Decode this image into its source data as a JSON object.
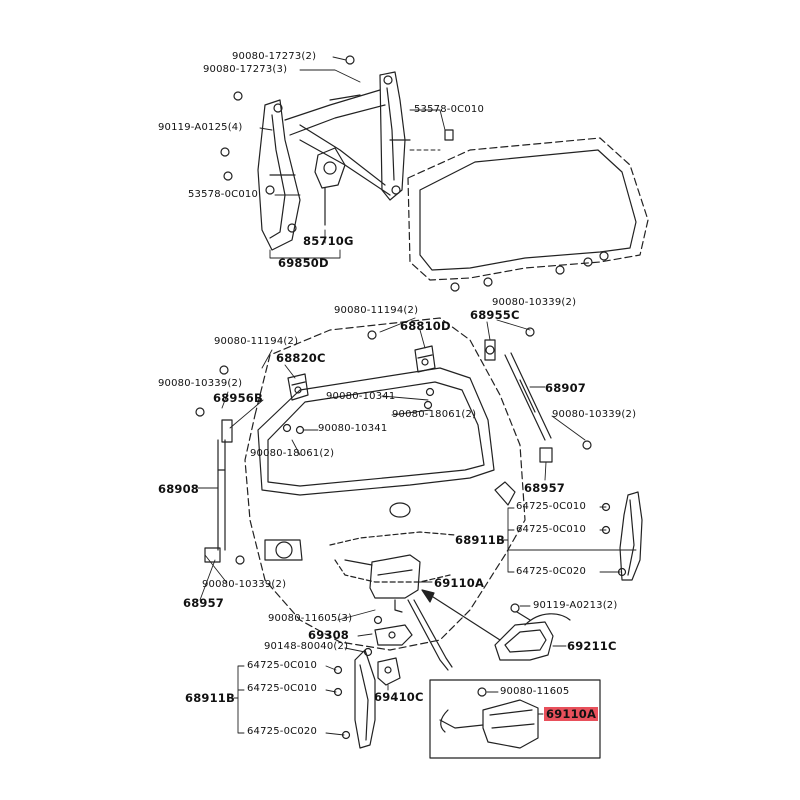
{
  "labels": {
    "p9008017273a": "90080-17273(2)",
    "p9008017273b": "90080-17273(3)",
    "p901190125": "90119-A0125(4)",
    "p535780c010a": "53578-0C010",
    "p535780c010b": "53578-0C010",
    "p85710g": "85710G",
    "p69850d": "69850D",
    "p9008011194a": "90080-11194(2)",
    "p68810d": "68810D",
    "p9008011194b": "90080-11194(2)",
    "p68820c": "68820C",
    "p9008010339a": "90080-10339(2)",
    "p68956b": "68956B",
    "p9008010341a": "90080-10341",
    "p9008010341b": "90080-10341",
    "p9008018061a": "90080-18061(2)",
    "p9008018061b": "90080-18061(2)",
    "p9008010339b": "90080-10339(2)",
    "p68955c": "68955C",
    "p68907": "68907",
    "p9008010339c": "90080-10339(2)",
    "p68957a": "68957",
    "p68908": "68908",
    "p647250c010a": "64725-0C010",
    "p647250c010b": "64725-0C010",
    "p68911ba": "68911B",
    "p647250c020a": "64725-0C020",
    "p69110a": "69110A",
    "p9008010339d": "90080-10339(2)",
    "p68957b": "68957",
    "p9008011605a": "90080-11605(3)",
    "p90119a0213": "90119-A0213(2)",
    "p69308": "69308",
    "p90148": "90148-80040(2)",
    "p69211c": "69211C",
    "p647250c010c": "64725-0C010",
    "p647250c010d": "64725-0C010",
    "p68911bb": "68911B",
    "p647250c020b": "64725-0C020",
    "p69410c": "69410C",
    "p9008011605b": "90080-11605",
    "p69110ahl": "69110A"
  },
  "highlight_color": "#e8505b"
}
